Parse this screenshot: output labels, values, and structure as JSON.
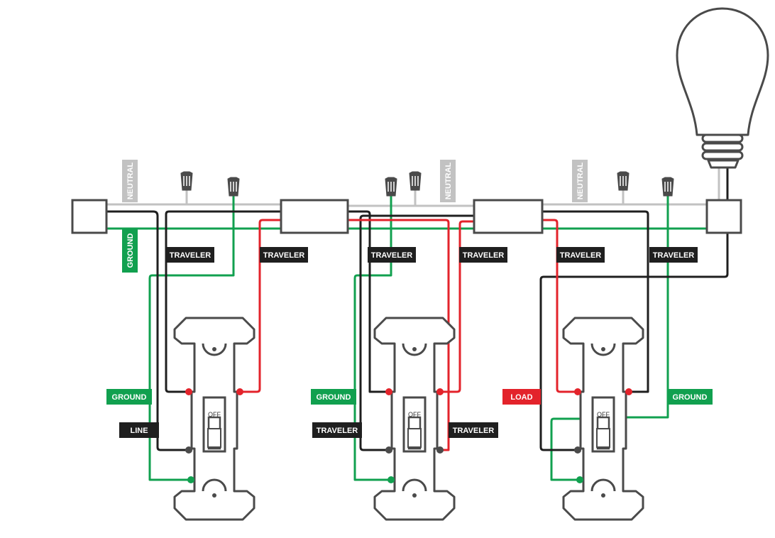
{
  "colors": {
    "black": "#1f1f1f",
    "red": "#e3232b",
    "green": "#11a04f",
    "neutral": "#c2c2c2",
    "outline": "#4a4a4a",
    "tag_text": "#ffffff"
  },
  "labels": {
    "neutral": "NEUTRAL",
    "ground": "GROUND",
    "traveler": "TRAVELER",
    "line": "LINE",
    "load": "LOAD",
    "off": "OFF"
  }
}
